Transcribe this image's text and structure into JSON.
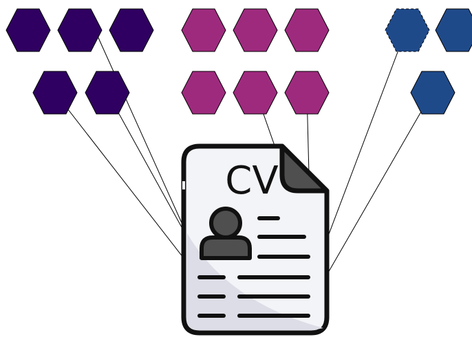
{
  "document": {
    "label": "CV",
    "icon": "resume-document-icon"
  },
  "colors": {
    "group_1": "#2f0061",
    "group_2": "#9e2a7e",
    "group_3": "#1f4a8a",
    "stroke": "#000000",
    "doc_fill": "#f3f4f8",
    "doc_shadow": "#dcdde6",
    "doc_outline": "#111111",
    "avatar": "#4f4f4f"
  },
  "groups": [
    {
      "name": "group-1",
      "hex_count": 5,
      "rows": [
        3,
        2
      ]
    },
    {
      "name": "group-2",
      "hex_count": 6,
      "rows": [
        3,
        3
      ]
    },
    {
      "name": "group-3",
      "hex_count": 3,
      "rows": [
        2,
        1
      ]
    }
  ]
}
